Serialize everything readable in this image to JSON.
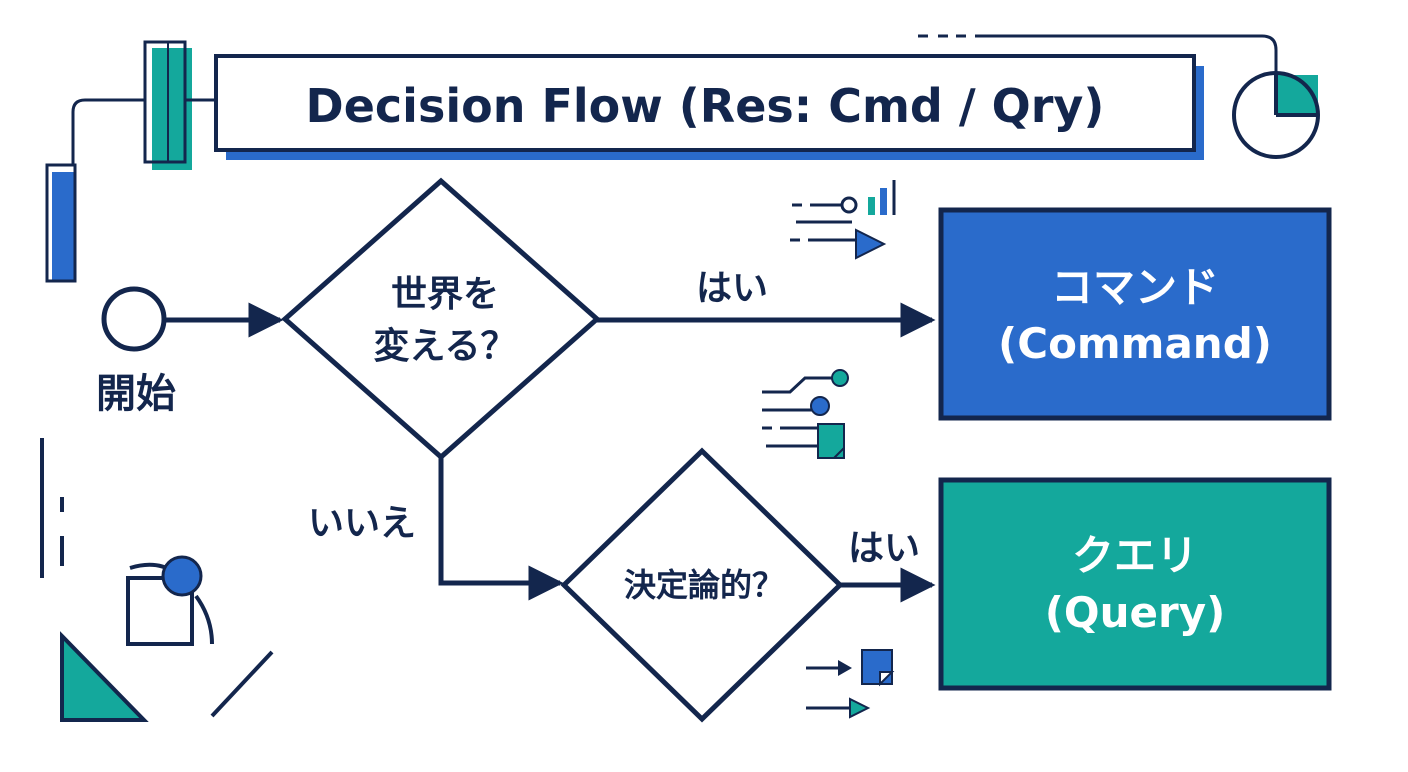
{
  "title": "Decision Flow (Res: Cmd / Qry)",
  "start": {
    "label": "開始"
  },
  "decision1": {
    "line1": "世界を",
    "line2": "変える？"
  },
  "decision2": {
    "label": "決定論的？"
  },
  "edges": {
    "yes_top": "はい",
    "no": "いいえ",
    "yes_bottom": "はい"
  },
  "command": {
    "line1": "コマンド",
    "line2": "(Command)"
  },
  "query": {
    "line1": "クエリ",
    "line2": "(Query)"
  },
  "colors": {
    "navy": "#13264d",
    "blue": "#2a6bcb",
    "teal": "#14a89c",
    "white": "#ffffff"
  }
}
